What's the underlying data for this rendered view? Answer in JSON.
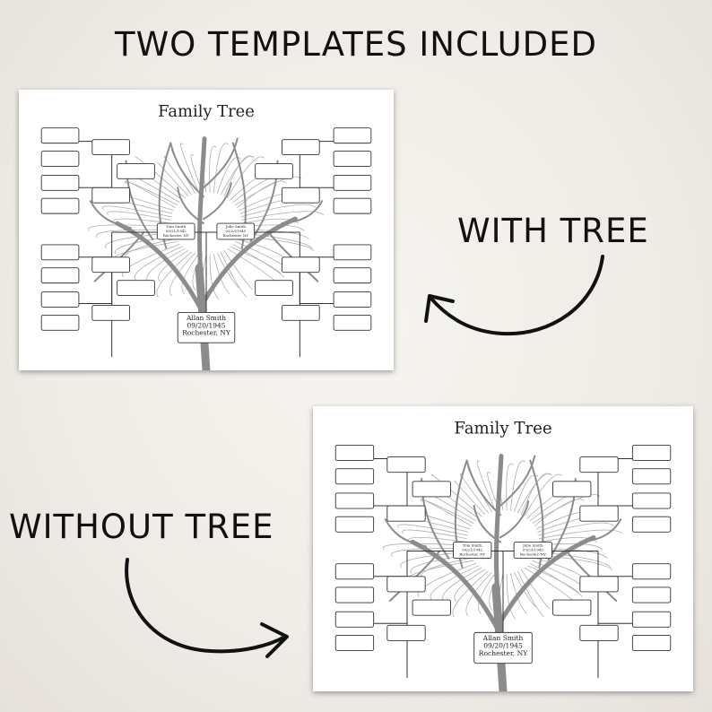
{
  "headline": "TWO TEMPLATES INCLUDED",
  "labels": {
    "with_tree": "WITH TREE",
    "without_tree": "WITHOUT TREE"
  },
  "template": {
    "title": "Family Tree",
    "root": {
      "name": "Allan Smith",
      "date": "09/20/1945",
      "place": "Rochester, NY"
    },
    "father": {
      "name": "Tom Smith",
      "date": "09/21/1942",
      "place": "Rochester, NY"
    },
    "mother": {
      "name": "Julie Smith",
      "date": "03/23/1945",
      "place": "Rochester, NY"
    }
  },
  "colors": {
    "tree": "#8c8c8c",
    "box_stroke": "#333333",
    "background": "#f2efea"
  }
}
